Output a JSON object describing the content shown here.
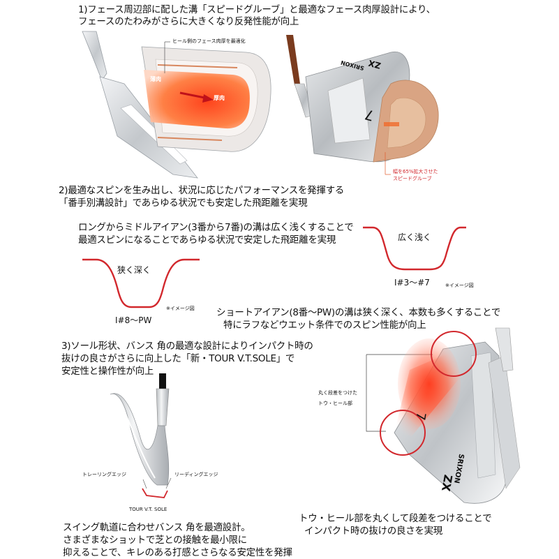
{
  "section1": {
    "headline_line1": "1)フェース周辺部に配した溝「スピードグルーブ」と最適なフェース肉厚設計により、",
    "headline_line2": "フェースのたわみがさらに大きくなり反発性能が向上",
    "callout_heel": "ヒール側のフェース肉厚を最適化",
    "label_thin": "薄肉",
    "label_thick": "厚肉",
    "callout_groove_line1": "幅を65%拡大させた",
    "callout_groove_line2": "スピードグルーブ",
    "club_brand": "SRIXON",
    "club_model": "ZX",
    "club_number": "7"
  },
  "section2": {
    "headline_line1": "2)最適なスピンを生み出し、状況に応じたパフォーマンスを発揮する",
    "headline_line2": "「番手別溝設計」であらゆる状況でも安定した飛距離を実現",
    "long_text_line1": "ロングからミドルアイアン(3番から7番)の溝は広く浅くすることで",
    "long_text_line2": "最適スピンになることであらゆる状況で安定した飛距離を実現",
    "wide_label": "広く浅く",
    "wide_range": "I#3〜#7",
    "image_note_1": "※イメージ図",
    "narrow_label": "狭く深く",
    "narrow_range": "I#8〜PW",
    "image_note_2": "※イメージ図",
    "short_text_line1": "ショートアイアン(8番〜PW)の溝は狭く深く、本数も多くすることで",
    "short_text_line2": "特にラフなどウエット条件でのスピン性能が向上"
  },
  "section3": {
    "headline_line1": "3)ソール形状、バンス 角の最適な設計によりインパクト時の",
    "headline_line2": "抜けの良さがさらに向上した「新・TOUR V.T.SOLE」で",
    "headline_line3": "安定性と操作性が向上",
    "trailing_edge": "トレーリングエッジ",
    "leading_edge": "リーディングエッジ",
    "sole_name": "TOUR V.T. SOLE",
    "bottom_left_line1": "スイング軌道に合わせバンス 角を最適設計。",
    "bottom_left_line2": "さまざまなショットで芝との接触を最小限に",
    "bottom_left_line3": "抑えることで、キレのある打感とさらなる安定性を発揮",
    "toe_heel_callout_line1": "丸く段差をつけた",
    "toe_heel_callout_line2": "トウ・ヒール部",
    "bottom_right_line1": "トウ・ヒール部を丸くして段差をつけることで",
    "bottom_right_line2": "インパクト時の抜けの良さを実現",
    "club_brand": "SRIXON",
    "club_model": "ZX",
    "club_number": "7"
  },
  "colors": {
    "accent_red": "#d2282d",
    "orange_glow": "#ff5a1e",
    "copper_layer": "#d9a483",
    "steel": "#c9ccd0",
    "dark_shaft": "#222222"
  }
}
